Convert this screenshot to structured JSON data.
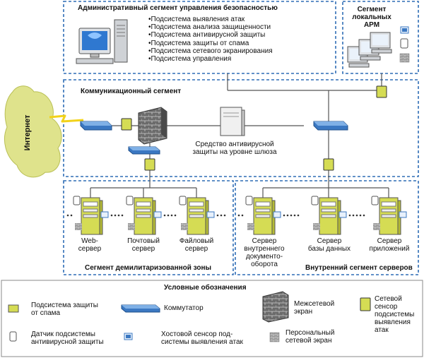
{
  "colors": {
    "segment_border": "#2f6db5",
    "switch": "#3b78c2",
    "server_green": "#d5dc54",
    "internet_cloud": "#dfe38c",
    "link_yellow": "#f2d21a",
    "firewall_brick": "#5a5a5a"
  },
  "admin_segment": {
    "title": "Административный сегмент управления безопасностью",
    "items": [
      "Подсистема выявления атак",
      "Подсистема анализа защищенности",
      "Подсистема антивирусной защиты",
      "Подсистема защиты от спама",
      "Подсистема сетевого экранирования",
      "Подсистема управления"
    ]
  },
  "workstations_segment": {
    "title_line1": "Сегмент",
    "title_line2": "локальных АРМ"
  },
  "comm_segment": {
    "title": "Коммуникационный сегмент",
    "gateway_av_line1": "Средство антивирусной",
    "gateway_av_line2": "защиты на уровне шлюза"
  },
  "internet": {
    "label": "Интернет"
  },
  "dmz_segment": {
    "title": "Сегмент демилитаризованной зоны",
    "servers": [
      {
        "line1": "Web-",
        "line2": "сервер"
      },
      {
        "line1": "Почтовый",
        "line2": "сервер"
      },
      {
        "line1": "Файловый",
        "line2": "сервер"
      }
    ]
  },
  "internal_segment": {
    "title": "Внутренний сегмент серверов",
    "servers": [
      {
        "line1": "Сервер",
        "line2": "внутреннего",
        "line3": "документо-",
        "line4": "оборота"
      },
      {
        "line1": "Сервер",
        "line2": "базы данных"
      },
      {
        "line1": "Сервер",
        "line2": "приложений"
      }
    ]
  },
  "legend": {
    "title": "Условные обозначения",
    "spam": {
      "line1": "Подсистема защиты",
      "line2": "от спама"
    },
    "switch": {
      "line1": "Коммутатор"
    },
    "firewall": {
      "line1": "Межсетевой",
      "line2": "экран"
    },
    "network_sensor": {
      "line1": "Сетевой",
      "line2": "сенсор",
      "line3": "подсистемы",
      "line4": "выявления",
      "line5": "атак"
    },
    "av_sensor": {
      "line1": "Датчик подсистемы",
      "line2": "антивирусной защиты"
    },
    "host_sensor": {
      "line1": "Хостовой сенсор под-",
      "line2": "системы выявления атак"
    },
    "personal_fw": {
      "line1": "Персональный",
      "line2": "сетевой экран"
    }
  }
}
